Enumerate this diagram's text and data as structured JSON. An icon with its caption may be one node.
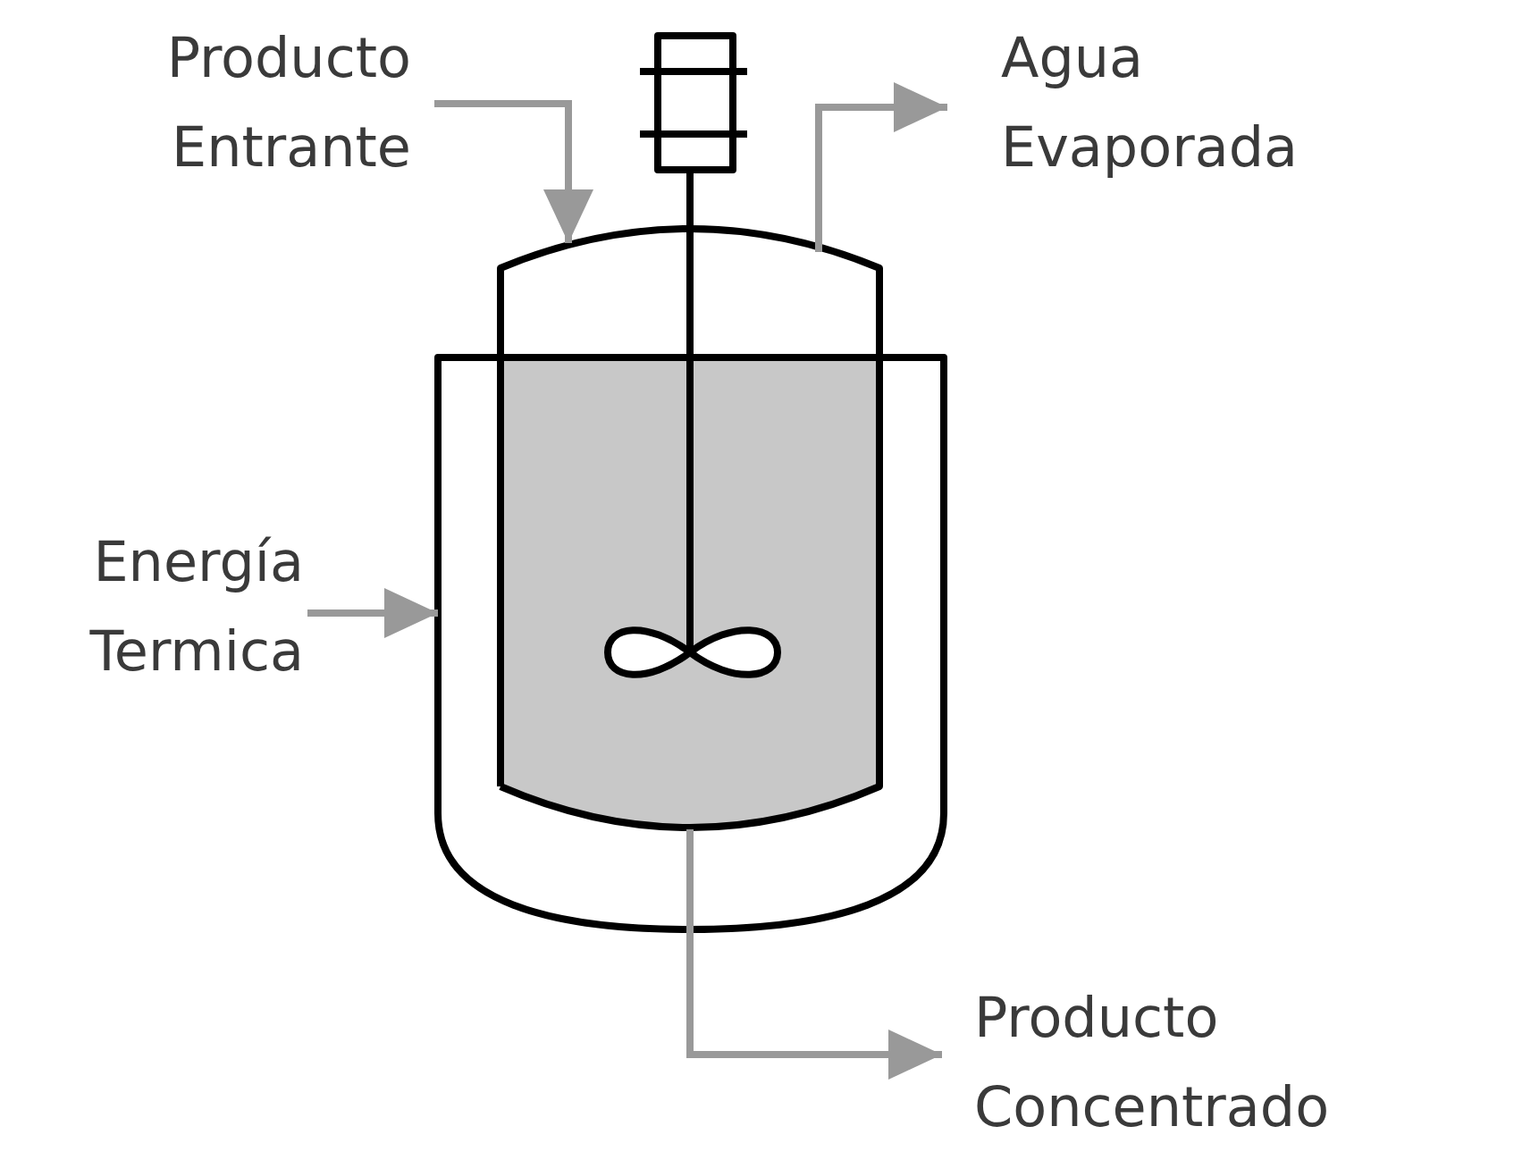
{
  "diagram": {
    "nodes": [
      {
        "text": [
          "Producto Entrante"
        ]
      },
      {
        "text": [
          "Agua Evaporada"
        ]
      },
      {
        "text": [
          "Energía Termica"
        ]
      },
      {
        "text": [
          "Producto Concentrado"
        ]
      },
      {
        "text": [],
        "shape": "tank"
      }
    ],
    "edges": [
      {
        "from": 0,
        "to": 4,
        "arrow": "to"
      },
      {
        "from": 4,
        "to": 1,
        "arrow": "to"
      },
      {
        "from": 2,
        "to": 4,
        "arrow": "to"
      },
      {
        "from": 4,
        "to": 3,
        "arrow": "to"
      }
    ]
  }
}
